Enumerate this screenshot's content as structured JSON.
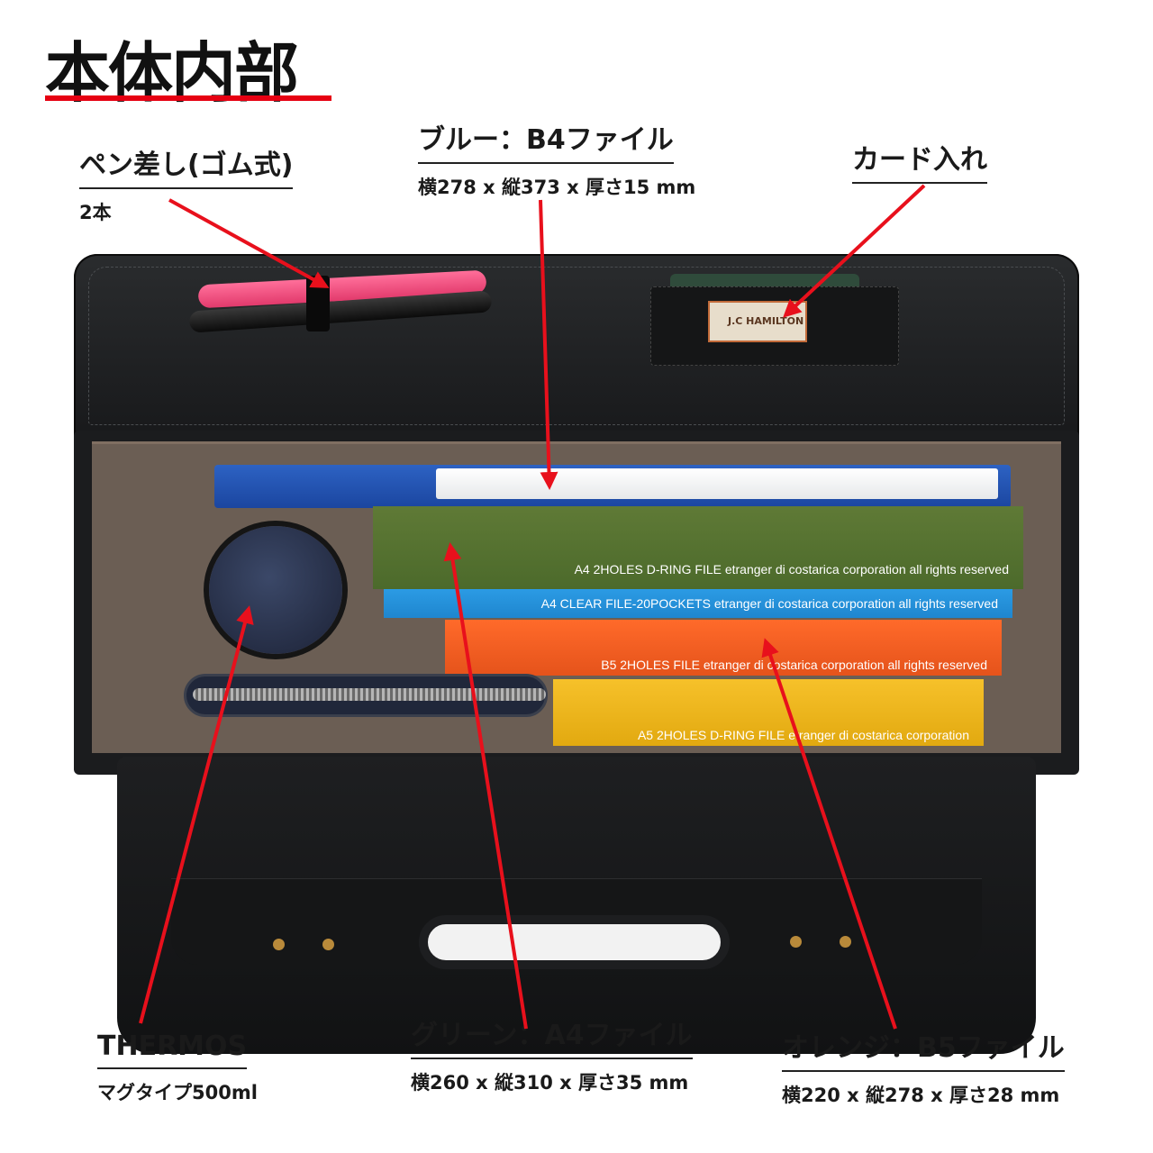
{
  "title": "本体内部",
  "labels": {
    "pen": {
      "head": "ペン差し(ゴム式)",
      "sub": "2本"
    },
    "blue": {
      "head": "ブルー：B4ファイル",
      "sub": "横278 x 縦373 x 厚さ15 mm"
    },
    "card": {
      "head": "カード入れ"
    },
    "thermos": {
      "head": "THERMOS",
      "sub": "マグタイプ500ml"
    },
    "green": {
      "head": "グリーン：A4ファイル",
      "sub": "横260 x 縦310 x 厚さ35 mm"
    },
    "orange": {
      "head": "オレンジ：B5ファイル",
      "sub": "横220 x 縦278 x 厚さ28 mm"
    }
  },
  "files": {
    "a4_green": "A4 2HOLES D-RING FILE etranger di costarica corporation all rights reserved",
    "a4_clear": "A4 CLEAR FILE-20POCKETS etranger di costarica corporation all rights reserved",
    "b5": "B5 2HOLES FILE etranger di costarica corporation all rights reserved",
    "a5": "A5 2HOLES D-RING FILE etranger di costarica corporation"
  },
  "card_patch": "J.C HAMILTON",
  "colors": {
    "accent_red": "#e60012",
    "arrow_red": "#e8101c"
  }
}
